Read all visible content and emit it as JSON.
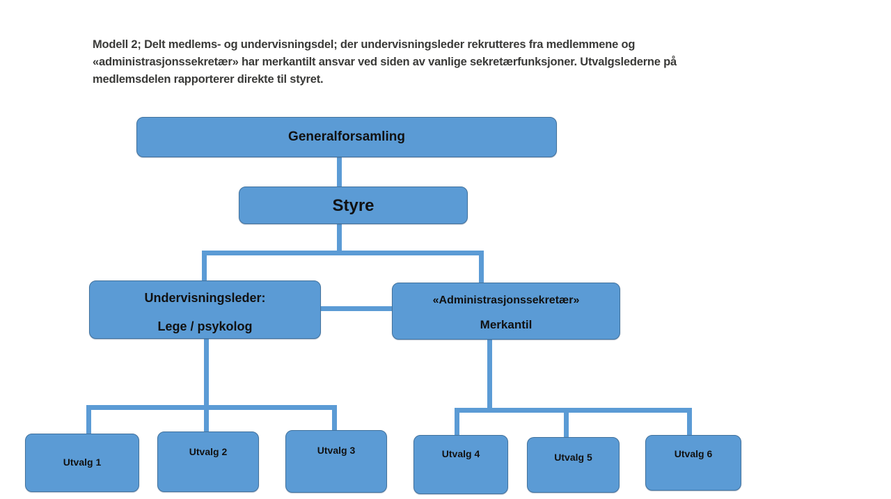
{
  "caption": {
    "lines": [
      "Modell 2; Delt medlems- og undervisningsdel; der undervisningsleder rekrutteres fra medlemmene og",
      "«administrasjonssekretær» har merkantilt ansvar ved siden av vanlige sekretærfunksjoner. Utvalgslederne på",
      "medlemsdelen rapporterer direkte til styret."
    ]
  },
  "colors": {
    "box_fill": "#5b9bd5",
    "box_border": "#41719c",
    "connector": "#5b9bd5",
    "box_text": "#111111",
    "caption_text": "#3a3a38"
  },
  "nodes": {
    "generalforsamling": {
      "label": "Generalforsamling"
    },
    "styre": {
      "label": "Styre"
    },
    "undervisningsleder": {
      "line1": "Undervisningsleder:",
      "line2": "Lege / psykolog"
    },
    "adminsekretar": {
      "line1": "«Administrasjonssekretær»",
      "line2": "Merkantil"
    },
    "utvalg": [
      {
        "label": "Utvalg 1"
      },
      {
        "label": "Utvalg 2"
      },
      {
        "label": "Utvalg 3"
      },
      {
        "label": "Utvalg 4"
      },
      {
        "label": "Utvalg 5"
      },
      {
        "label": "Utvalg 6"
      }
    ]
  }
}
